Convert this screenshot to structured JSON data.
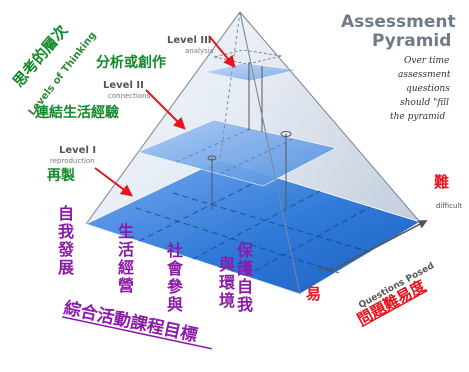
{
  "title": {
    "line1": "Assessment",
    "line2": "Pyramid"
  },
  "note": {
    "lines": [
      "Over time",
      "assessment",
      "questions",
      "should \"fill",
      "the pyramid"
    ]
  },
  "corner": {
    "label": "思考的層次",
    "sublabel": "Levels of Thinking"
  },
  "levels": [
    {
      "label": "Level III",
      "sublabel": "analysis",
      "chinese": "分析或創作"
    },
    {
      "label": "Level II",
      "sublabel": "connections",
      "chinese": "連結生活經驗"
    },
    {
      "label": "Level I",
      "sublabel": "reproduction",
      "chinese": "再製"
    }
  ],
  "difficulty": {
    "hard": "難",
    "hard_en": "difficult",
    "easy": "易",
    "easy_en": "easy",
    "axis_en": "Questions Posed",
    "axis_zh": "問題難易度"
  },
  "domains": [
    {
      "text": "自我發展"
    },
    {
      "text": "生活經營"
    },
    {
      "text": "社會參與"
    },
    {
      "text": "保護自我與環境"
    }
  ],
  "curriculum": "綜合活動課程目標",
  "colors": {
    "red": "#e8141c",
    "green": "#118a2a",
    "purple": "#8b1aa8",
    "pyramid_blue": "#2f7ad8"
  }
}
